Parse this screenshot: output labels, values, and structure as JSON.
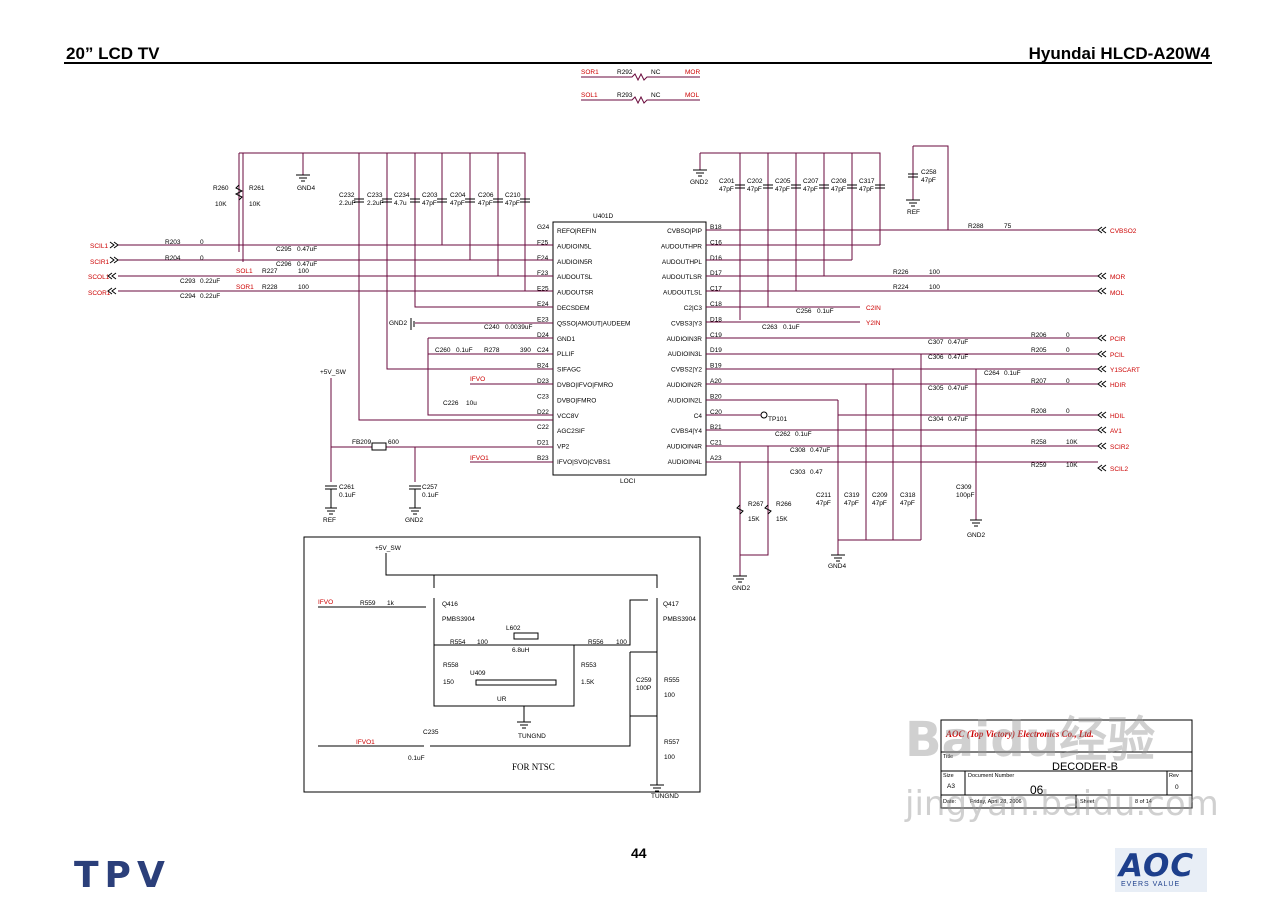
{
  "header": {
    "left": "20” LCD TV",
    "right": "Hyundai HLCD-A20W4"
  },
  "page_number": "44",
  "logos": {
    "left": "TPV",
    "right": "AOC",
    "right_tagline": "EVERS VALUE"
  },
  "watermark": {
    "main": "Baidu经验",
    "sub": "jingyan.baidu.com"
  },
  "top_nets": [
    {
      "left": "SOR1",
      "ref": "R292",
      "value": "NC",
      "right": "MOR"
    },
    {
      "left": "SOL1",
      "ref": "R293",
      "value": "NC",
      "right": "MOL"
    }
  ],
  "ic": {
    "ref": "U401D",
    "name": "LOCI",
    "left_pins": [
      {
        "num": "G24",
        "name": "REFO|REFIN"
      },
      {
        "num": "F25",
        "name": "AUDIOIN5L"
      },
      {
        "num": "F24",
        "name": "AUDIOIN5R"
      },
      {
        "num": "F23",
        "name": "AUDOUTSL"
      },
      {
        "num": "E25",
        "name": "AUDOUTSR"
      },
      {
        "num": "E24",
        "name": "DECSDEM"
      },
      {
        "num": "E23",
        "name": "QSSO|AMOUT|AUDEEM"
      },
      {
        "num": "D24",
        "name": "GND1"
      },
      {
        "num": "C24",
        "name": "PLLIF"
      },
      {
        "num": "B24",
        "name": "SIFAGC"
      },
      {
        "num": "D23",
        "name": "DVBO|IFVO|FMRO"
      },
      {
        "num": "C23",
        "name": "DVBO|FMRO"
      },
      {
        "num": "D22",
        "name": "VCC8V"
      },
      {
        "num": "C22",
        "name": "AGC2SIF"
      },
      {
        "num": "D21",
        "name": "VP2"
      },
      {
        "num": "B23",
        "name": "IFVO|SVO|CVBS1"
      }
    ],
    "right_pins": [
      {
        "num": "B18",
        "name": "CVBSO|PIP"
      },
      {
        "num": "C16",
        "name": "AUDOUTHPR"
      },
      {
        "num": "D16",
        "name": "AUDOUTHPL"
      },
      {
        "num": "D17",
        "name": "AUDOUTLSR"
      },
      {
        "num": "C17",
        "name": "AUDOUTLSL"
      },
      {
        "num": "C18",
        "name": "C2|C3"
      },
      {
        "num": "D18",
        "name": "CVBS3|Y3"
      },
      {
        "num": "C19",
        "name": "AUDIOIN3R"
      },
      {
        "num": "D19",
        "name": "AUDIOIN3L"
      },
      {
        "num": "B19",
        "name": "CVBS2|Y2"
      },
      {
        "num": "A20",
        "name": "AUDIOIN2R"
      },
      {
        "num": "B20",
        "name": "AUDIOIN2L"
      },
      {
        "num": "C20",
        "name": "C4"
      },
      {
        "num": "B21",
        "name": "CVBS4|Y4"
      },
      {
        "num": "C21",
        "name": "AUDIOIN4R"
      },
      {
        "num": "A23",
        "name": "AUDIOIN4L"
      }
    ]
  },
  "left_ports": [
    "SCIL1",
    "SCIR1",
    "SCOL1",
    "SCOR1"
  ],
  "right_ports": [
    "CVBSO2",
    "MOR",
    "MOL",
    "C2IN",
    "Y2IN",
    "PCIR",
    "PCIL",
    "Y1SCART",
    "HDIR",
    "HDIL",
    "AV1",
    "SCIR2",
    "SCIL2"
  ],
  "misc_labels": {
    "sol1": "SOL1",
    "sor1": "SOR1",
    "ifvo": "IFVO",
    "ifvo1": "IFVO1",
    "plus5v": "+5V_SW",
    "gnd4": "GND4",
    "gnd2": "GND2",
    "ref": "REF",
    "gnd2c": "GND2",
    "tp101": "TP101",
    "fb209": "FB209",
    "fb209v": "600",
    "tungnd": "TUNGND",
    "for_ntsc": "FOR NTSC"
  },
  "left_parts": [
    {
      "ref": "R203",
      "value": "0"
    },
    {
      "ref": "R204",
      "value": "0"
    },
    {
      "ref": "R227",
      "value": "100"
    },
    {
      "ref": "R228",
      "value": "100"
    },
    {
      "ref": "R260",
      "value": "10K"
    },
    {
      "ref": "R261",
      "value": "10K"
    },
    {
      "ref": "C295",
      "value": "0.47uF"
    },
    {
      "ref": "C296",
      "value": "0.47uF"
    },
    {
      "ref": "C293",
      "value": "0.22uF"
    },
    {
      "ref": "C294",
      "value": "0.22uF"
    },
    {
      "ref": "C232",
      "value": "2.2uF"
    },
    {
      "ref": "C233",
      "value": "2.2uF"
    },
    {
      "ref": "C234",
      "value": "4.7u"
    },
    {
      "ref": "C203",
      "value": "47pF"
    },
    {
      "ref": "C204",
      "value": "47pF"
    },
    {
      "ref": "C206",
      "value": "47pF"
    },
    {
      "ref": "C210",
      "value": "47pF"
    },
    {
      "ref": "C240",
      "value": "0.0039uF"
    },
    {
      "ref": "C260",
      "value": "0.1uF"
    },
    {
      "ref": "R278",
      "value": "390"
    },
    {
      "ref": "C226",
      "value": "10u"
    },
    {
      "ref": "C261",
      "value": "0.1uF"
    },
    {
      "ref": "C257",
      "value": "0.1uF"
    }
  ],
  "right_parts": [
    {
      "ref": "C201",
      "value": "47pF"
    },
    {
      "ref": "C202",
      "value": "47pF"
    },
    {
      "ref": "C205",
      "value": "47pF"
    },
    {
      "ref": "C207",
      "value": "47pF"
    },
    {
      "ref": "C208",
      "value": "47pF"
    },
    {
      "ref": "C317",
      "value": "47pF"
    },
    {
      "ref": "C258",
      "value": "47pF"
    },
    {
      "ref": "R288",
      "value": "75"
    },
    {
      "ref": "R226",
      "value": "100"
    },
    {
      "ref": "R224",
      "value": "100"
    },
    {
      "ref": "C256",
      "value": "0.1uF"
    },
    {
      "ref": "C263",
      "value": "0.1uF"
    },
    {
      "ref": "C307",
      "value": "0.47uF"
    },
    {
      "ref": "C306",
      "value": "0.47uF"
    },
    {
      "ref": "C264",
      "value": "0.1uF"
    },
    {
      "ref": "C305",
      "value": "0.47uF"
    },
    {
      "ref": "C304",
      "value": "0.47uF"
    },
    {
      "ref": "R206",
      "value": "0"
    },
    {
      "ref": "R205",
      "value": "0"
    },
    {
      "ref": "R207",
      "value": "0"
    },
    {
      "ref": "R208",
      "value": "0"
    },
    {
      "ref": "R258",
      "value": "10K"
    },
    {
      "ref": "R259",
      "value": "10K"
    },
    {
      "ref": "C262",
      "value": "0.1uF"
    },
    {
      "ref": "C308",
      "value": "0.47uF"
    },
    {
      "ref": "C303",
      "value": "0.47"
    },
    {
      "ref": "R267",
      "value": "15K"
    },
    {
      "ref": "R266",
      "value": "15K"
    },
    {
      "ref": "C211",
      "value": "47pF"
    },
    {
      "ref": "C319",
      "value": "47pF"
    },
    {
      "ref": "C209",
      "value": "47pF"
    },
    {
      "ref": "C318",
      "value": "47pF"
    },
    {
      "ref": "C309",
      "value": "100pF"
    }
  ],
  "ntsc_box": {
    "parts": [
      {
        "ref": "R559",
        "value": "1k"
      },
      {
        "ref": "Q416",
        "value": "PMBS3904"
      },
      {
        "ref": "Q417",
        "value": "PMBS3904"
      },
      {
        "ref": "L602",
        "value": "6.8uH"
      },
      {
        "ref": "R554",
        "value": "100"
      },
      {
        "ref": "R556",
        "value": "100"
      },
      {
        "ref": "R558",
        "value": "150"
      },
      {
        "ref": "R553",
        "value": "1.5K"
      },
      {
        "ref": "U409",
        "value": "UR"
      },
      {
        "ref": "C259",
        "value": "100P"
      },
      {
        "ref": "R555",
        "value": "100"
      },
      {
        "ref": "R557",
        "value": "100"
      },
      {
        "ref": "C235",
        "value": "0.1uF"
      }
    ]
  },
  "title_block": {
    "company": "AOC (Top Victory) Electronics Co., Ltd.",
    "title_label": "Title",
    "title": "DECODER-B",
    "size_label": "Size",
    "size": "A3",
    "docnum_label": "Document Number",
    "docnum": "06",
    "rev_label": "Rev",
    "rev": "0",
    "date_label": "Date:",
    "date": "Friday, April 28, 2006",
    "sheet_label": "Sheet",
    "sheet": "8 of 14"
  }
}
